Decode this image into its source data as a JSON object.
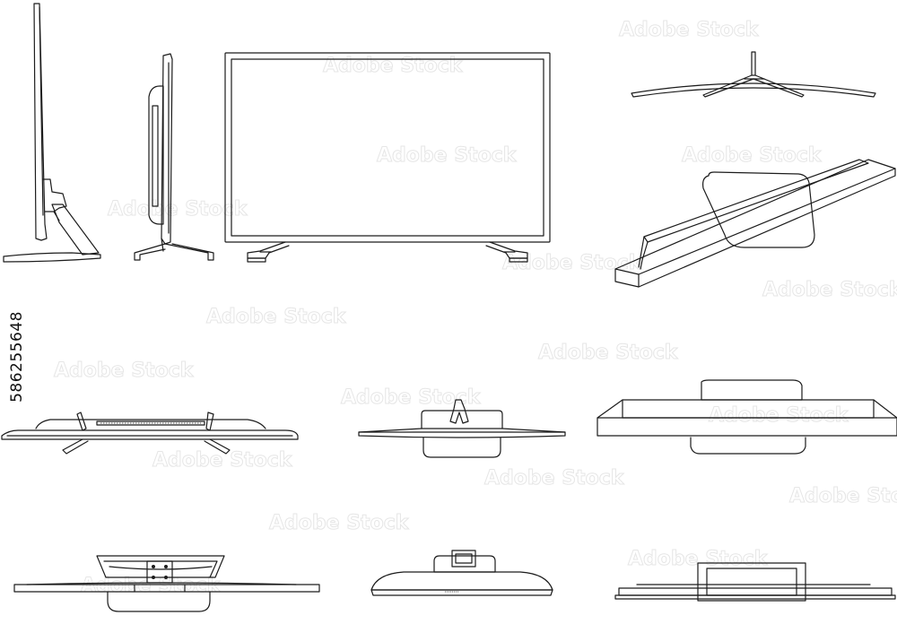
{
  "image": {
    "stock_id": "586255648"
  },
  "colors": {
    "line": "#1c1c1c",
    "background": "#ffffff",
    "watermark": "#e6e6e6"
  },
  "views": [
    {
      "id": "side-view-left",
      "shape": "tv side profile with base stand"
    },
    {
      "id": "side-view-rear-angle",
      "shape": "tv side profile with legs"
    },
    {
      "id": "front-view",
      "shape": "flat tv front with feet"
    },
    {
      "id": "top-view-curved",
      "shape": "curved tv top view"
    },
    {
      "id": "perspective-view",
      "shape": "tilted tv perspective"
    },
    {
      "id": "bottom-view-feet",
      "shape": "bottom view with angled feet"
    },
    {
      "id": "bottom-view-pedestal",
      "shape": "bottom view with pedestal"
    },
    {
      "id": "bottom-view-wide",
      "shape": "bottom view wide panel"
    },
    {
      "id": "bottom-view-bracket",
      "shape": "underside with bracket"
    },
    {
      "id": "bottom-view-curved-stand",
      "shape": "curved bottom with stand"
    },
    {
      "id": "bottom-view-frame",
      "shape": "underside with frame"
    }
  ]
}
